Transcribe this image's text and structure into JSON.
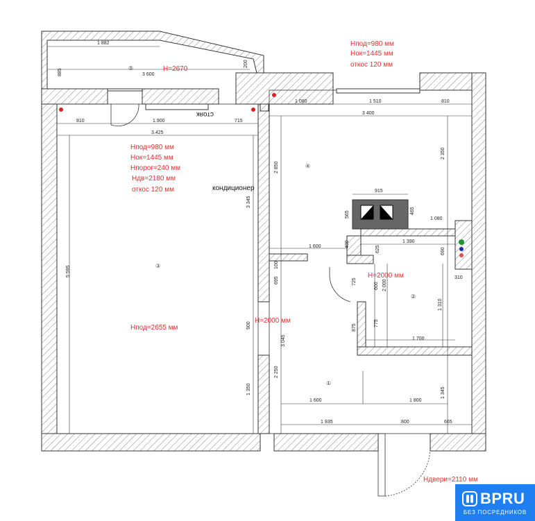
{
  "balcony": {
    "dims": [
      "1 882",
      "3 600",
      "885",
      "200"
    ],
    "room_no": "⑤",
    "height": "H=2670"
  },
  "window_notes_top": [
    "Hпод=980 мм",
    "Hок=1445 мм",
    "откос 120 мм"
  ],
  "room3": {
    "dims_top": [
      "810",
      "1.900",
      "715",
      "3.425"
    ],
    "window_notes": [
      "Hпод=980 мм",
      "Hок=1445 мм",
      "Hпорог=240 мм",
      "Hдв=2180 мм",
      "откос 120 мм"
    ],
    "room_no": "③",
    "sill": "Hпод=2655 мм",
    "dims_side": [
      "5 595",
      "3 345",
      "900",
      "1 350"
    ],
    "riser": "стояк",
    "ac": "кондиционер"
  },
  "room4": {
    "dims_top": [
      "1 080",
      "1 510",
      "810",
      "3 400"
    ],
    "room_no": "④",
    "dims": [
      "2 850",
      "2 350",
      "915",
      "565",
      "465",
      "1 080",
      "1 600",
      "400",
      "1 390",
      "625",
      "690",
      "100",
      "695",
      "310"
    ],
    "door_height": "H=2000 мм"
  },
  "room2": {
    "room_no": "②",
    "door_height": "H=2000 мм",
    "dims": [
      "725",
      "600",
      "2 000",
      "1 310",
      "875",
      "775",
      "1 700"
    ]
  },
  "hall": {
    "room_no": "①",
    "dims": [
      "3 045",
      "2 250",
      "1 600",
      "1 800",
      "1 345",
      "1 935",
      "800",
      "665"
    ],
    "entry_door": "Hдвери=2110 мм"
  },
  "logo": {
    "name": "BPRU",
    "tagline": "БЕЗ ПОСРЕДНИКОВ"
  }
}
